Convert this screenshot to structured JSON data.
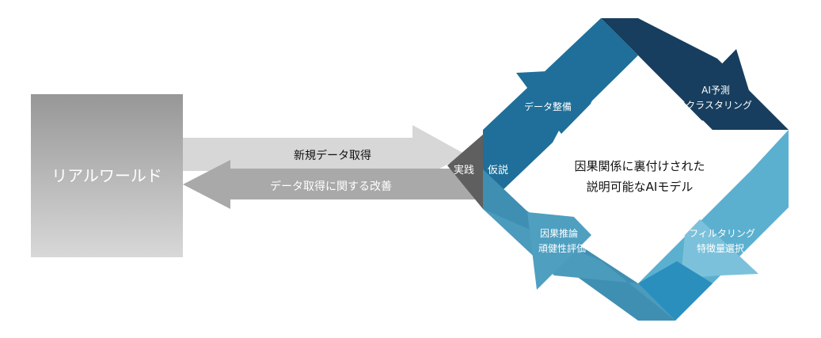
{
  "real_world": {
    "label": "リアルワールド"
  },
  "arrows": {
    "forward_label": "新規データ取得",
    "back_label": "データ取得に関する改善"
  },
  "practice_label": "実践",
  "hypothesis_label": "仮説",
  "cycle": {
    "steps": [
      {
        "lines": [
          "データ整備"
        ]
      },
      {
        "lines": [
          "AI予測",
          "クラスタリング"
        ]
      },
      {
        "lines": [
          "フィルタリング",
          "特徴量選択"
        ]
      },
      {
        "lines": [
          "因果推論",
          "頑健性評価"
        ]
      }
    ],
    "center": {
      "lines": [
        "因果関係に裏付けされた",
        "説明可能なAIモデル"
      ]
    }
  },
  "colors": {
    "real_world_top": "#989898",
    "real_world_bottom": "#d6d6d6",
    "forward_arrow": "#d7d7d7",
    "back_arrow": "#a9a9a9",
    "practice": "#5f5f5f",
    "step_data_prep": "#1f6f9a",
    "step_ai_predict": "#173e5e",
    "step_filtering": "#5bb0cf",
    "step_causal": "#3f8fb2"
  }
}
